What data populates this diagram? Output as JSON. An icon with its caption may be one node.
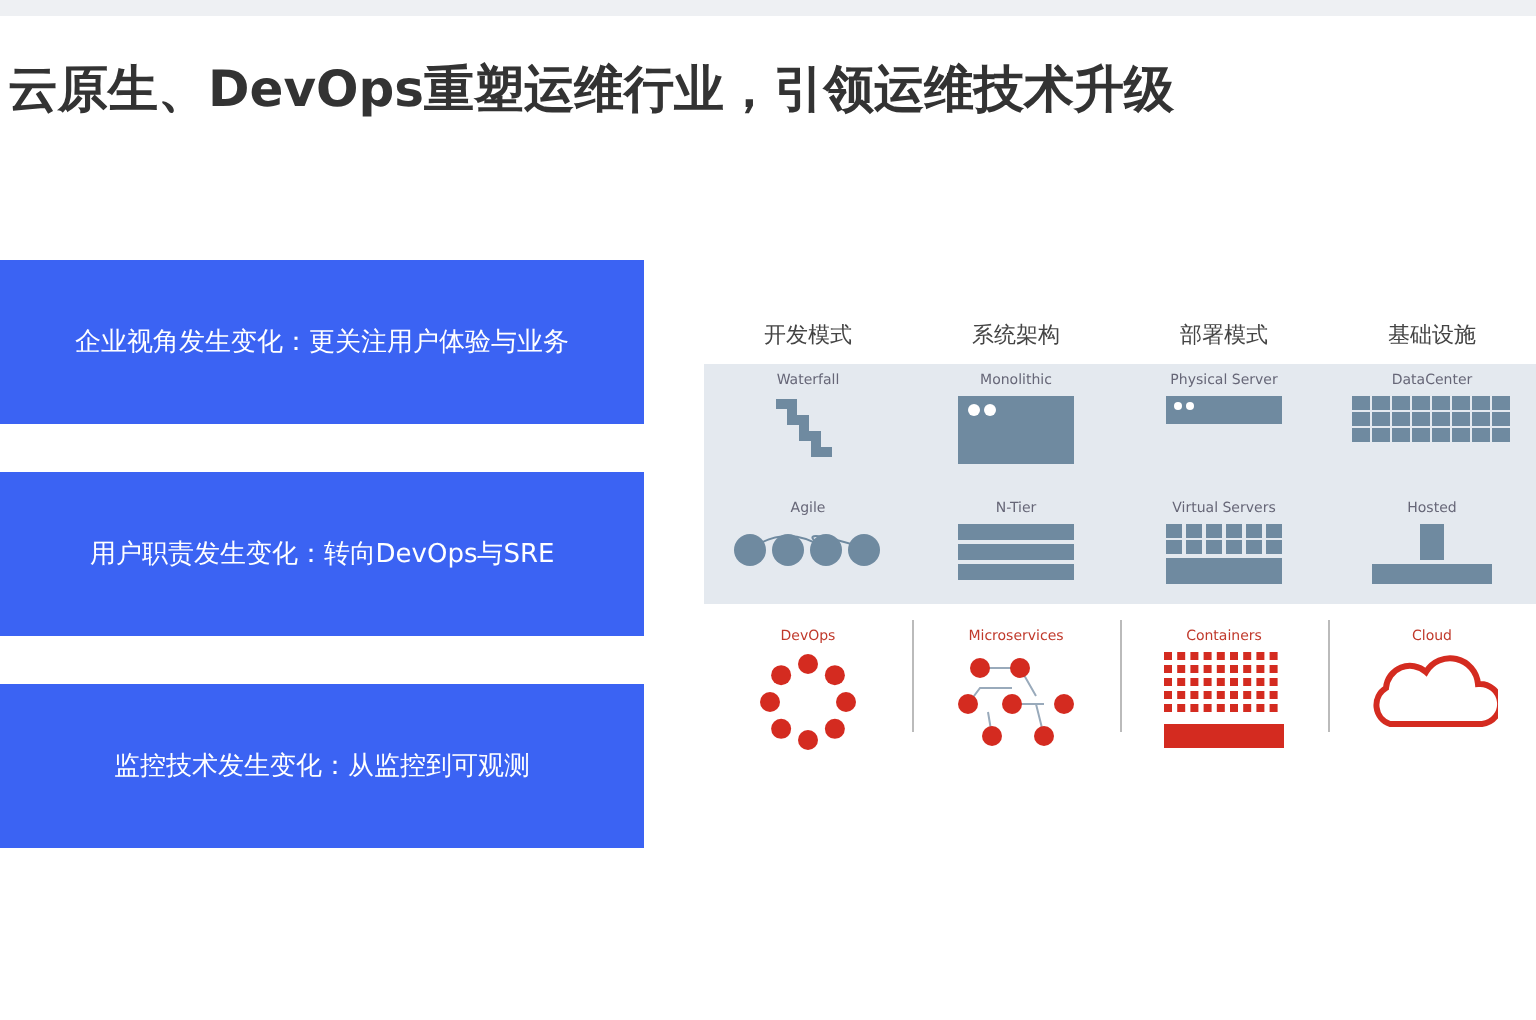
{
  "diagram": {
    "title": "云原生、DevOps重塑运维行业，引领运维技术升级",
    "nodes": [
      {
        "text": [
          "企业视角发生变化：更关注用户体验与业务"
        ]
      },
      {
        "text": [
          "用户职责发生变化：转向DevOps与SRE"
        ]
      },
      {
        "text": [
          "监控技术发生变化：从监控到可观测"
        ]
      }
    ],
    "labels": [
      "开发模式",
      "系统架构",
      "部署模式",
      "基础设施",
      "Waterfall",
      "Monolithic",
      "Physical Server",
      "DataCenter",
      "Agile",
      "N-Tier",
      "Virtual Servers",
      "Hosted",
      "DevOps",
      "Microservices",
      "Containers",
      "Cloud"
    ]
  }
}
